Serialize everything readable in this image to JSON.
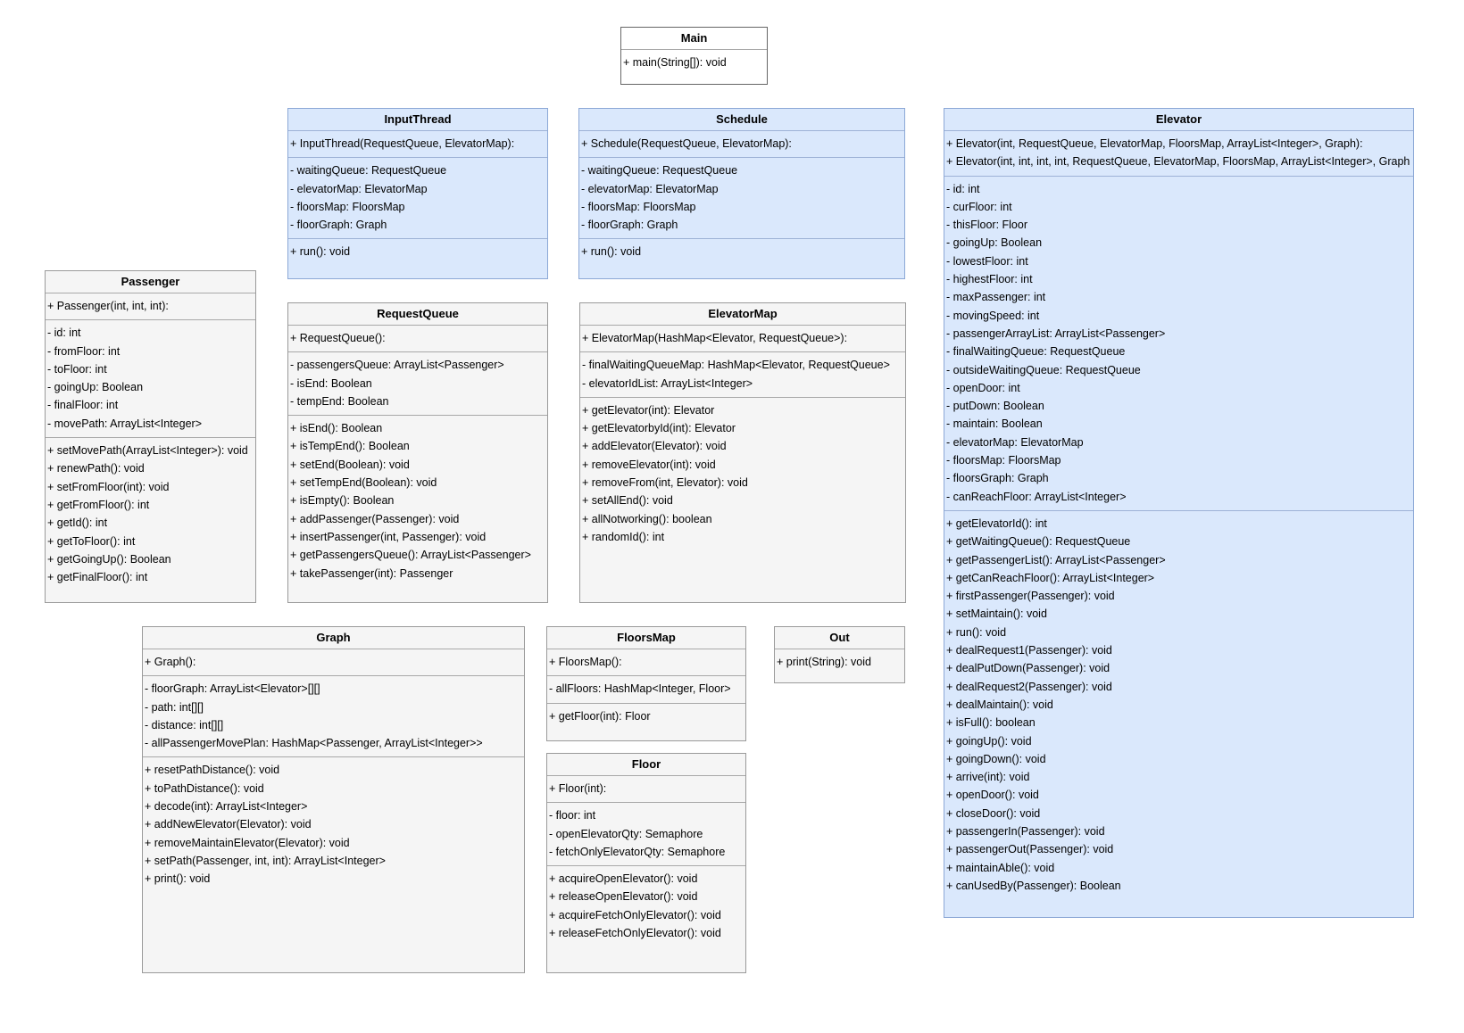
{
  "classes": [
    {
      "name": "Main",
      "style": "main",
      "sections": [
        [
          "+ main(String[]): void"
        ]
      ]
    },
    {
      "name": "InputThread",
      "style": "blue",
      "sections": [
        [
          "+ InputThread(RequestQueue, ElevatorMap):"
        ],
        [
          "- waitingQueue: RequestQueue",
          "- elevatorMap: ElevatorMap",
          "- floorsMap: FloorsMap",
          "- floorGraph: Graph"
        ],
        [
          "+ run(): void"
        ]
      ]
    },
    {
      "name": "Schedule",
      "style": "blue",
      "sections": [
        [
          "+ Schedule(RequestQueue, ElevatorMap):"
        ],
        [
          "- waitingQueue: RequestQueue",
          "- elevatorMap: ElevatorMap",
          "- floorsMap: FloorsMap",
          "- floorGraph: Graph"
        ],
        [
          "+ run(): void"
        ]
      ]
    },
    {
      "name": "Elevator",
      "style": "blue",
      "sections": [
        [
          "+ Elevator(int, RequestQueue, ElevatorMap, FloorsMap, ArrayList<Integer>, Graph):",
          "+ Elevator(int, int, int, int, RequestQueue, ElevatorMap, FloorsMap, ArrayList<Integer>, Graph"
        ],
        [
          "- id: int",
          "- curFloor: int",
          "- thisFloor: Floor",
          "- goingUp: Boolean",
          "- lowestFloor: int",
          "- highestFloor: int",
          "- maxPassenger: int",
          "- movingSpeed: int",
          "- passengerArrayList: ArrayList<Passenger>",
          "- finalWaitingQueue: RequestQueue",
          "- outsideWaitingQueue: RequestQueue",
          "- openDoor: int",
          "- putDown: Boolean",
          "- maintain: Boolean",
          "- elevatorMap: ElevatorMap",
          "- floorsMap: FloorsMap",
          "- floorsGraph: Graph",
          "- canReachFloor: ArrayList<Integer>"
        ],
        [
          "+ getElevatorId(): int",
          "+ getWaitingQueue(): RequestQueue",
          "+ getPassengerList(): ArrayList<Passenger>",
          "+ getCanReachFloor(): ArrayList<Integer>",
          "+ firstPassenger(Passenger): void",
          "+ setMaintain(): void",
          "+ run(): void",
          "+ dealRequest1(Passenger): void",
          "+ dealPutDown(Passenger): void",
          "+ dealRequest2(Passenger): void",
          "+ dealMaintain(): void",
          "+ isFull(): boolean",
          "+ goingUp(): void",
          "+ goingDown(): void",
          "+ arrive(int): void",
          "+ openDoor(): void",
          "+ closeDoor(): void",
          "+ passengerIn(Passenger): void",
          "+ passengerOut(Passenger): void",
          "+ maintainAble(): void",
          "+ canUsedBy(Passenger): Boolean"
        ]
      ]
    },
    {
      "name": "Passenger",
      "style": "gray",
      "sections": [
        [
          "+ Passenger(int, int, int):"
        ],
        [
          "- id: int",
          "- fromFloor: int",
          "- toFloor: int",
          "- goingUp: Boolean",
          "- finalFloor: int",
          "- movePath: ArrayList<Integer>"
        ],
        [
          "+ setMovePath(ArrayList<Integer>): void",
          "+ renewPath(): void",
          "+ setFromFloor(int): void",
          "+ getFromFloor(): int",
          "+ getId(): int",
          "+ getToFloor(): int",
          "+ getGoingUp(): Boolean",
          "+ getFinalFloor(): int"
        ]
      ]
    },
    {
      "name": "RequestQueue",
      "style": "gray",
      "sections": [
        [
          "+ RequestQueue():"
        ],
        [
          "- passengersQueue: ArrayList<Passenger>",
          "- isEnd: Boolean",
          "- tempEnd: Boolean"
        ],
        [
          "+ isEnd(): Boolean",
          "+ isTempEnd(): Boolean",
          "+ setEnd(Boolean): void",
          "+ setTempEnd(Boolean): void",
          "+ isEmpty(): Boolean",
          "+ addPassenger(Passenger): void",
          "+ insertPassenger(int, Passenger): void",
          "+ getPassengersQueue(): ArrayList<Passenger>",
          "+ takePassenger(int): Passenger"
        ]
      ]
    },
    {
      "name": "ElevatorMap",
      "style": "gray",
      "sections": [
        [
          "+ ElevatorMap(HashMap<Elevator, RequestQueue>):"
        ],
        [
          "- finalWaitingQueueMap: HashMap<Elevator, RequestQueue>",
          "- elevatorIdList: ArrayList<Integer>"
        ],
        [
          "+ getElevator(int): Elevator",
          "+ getElevatorbyId(int): Elevator",
          "+ addElevator(Elevator): void",
          "+ removeElevator(int): void",
          "+ removeFrom(int, Elevator): void",
          "+ setAllEnd(): void",
          "+ allNotworking(): boolean",
          "+ randomId(): int"
        ]
      ]
    },
    {
      "name": "Graph",
      "style": "gray",
      "sections": [
        [
          "+ Graph():"
        ],
        [
          "- floorGraph: ArrayList<Elevator>[][]",
          "- path: int[][]",
          "- distance: int[][]",
          "- allPassengerMovePlan: HashMap<Passenger, ArrayList<Integer>>"
        ],
        [
          "+ resetPathDistance(): void",
          "+ toPathDistance(): void",
          "+ decode(int): ArrayList<Integer>",
          "+ addNewElevator(Elevator): void",
          "+ removeMaintainElevator(Elevator): void",
          "+ setPath(Passenger, int, int): ArrayList<Integer>",
          "+ print(): void"
        ]
      ]
    },
    {
      "name": "FloorsMap",
      "style": "gray",
      "sections": [
        [
          "+ FloorsMap():"
        ],
        [
          "- allFloors: HashMap<Integer, Floor>"
        ],
        [
          "+ getFloor(int): Floor"
        ]
      ]
    },
    {
      "name": "Out",
      "style": "gray",
      "sections": [
        [
          "+ print(String): void"
        ]
      ]
    },
    {
      "name": "Floor",
      "style": "gray",
      "sections": [
        [
          "+ Floor(int):"
        ],
        [
          "- floor: int",
          "- openElevatorQty: Semaphore",
          "- fetchOnlyElevatorQty: Semaphore"
        ],
        [
          "+ acquireOpenElevator(): void",
          "+ releaseOpenElevator(): void",
          "+ acquireFetchOnlyElevator(): void",
          "+ releaseFetchOnlyElevator(): void"
        ]
      ]
    }
  ]
}
